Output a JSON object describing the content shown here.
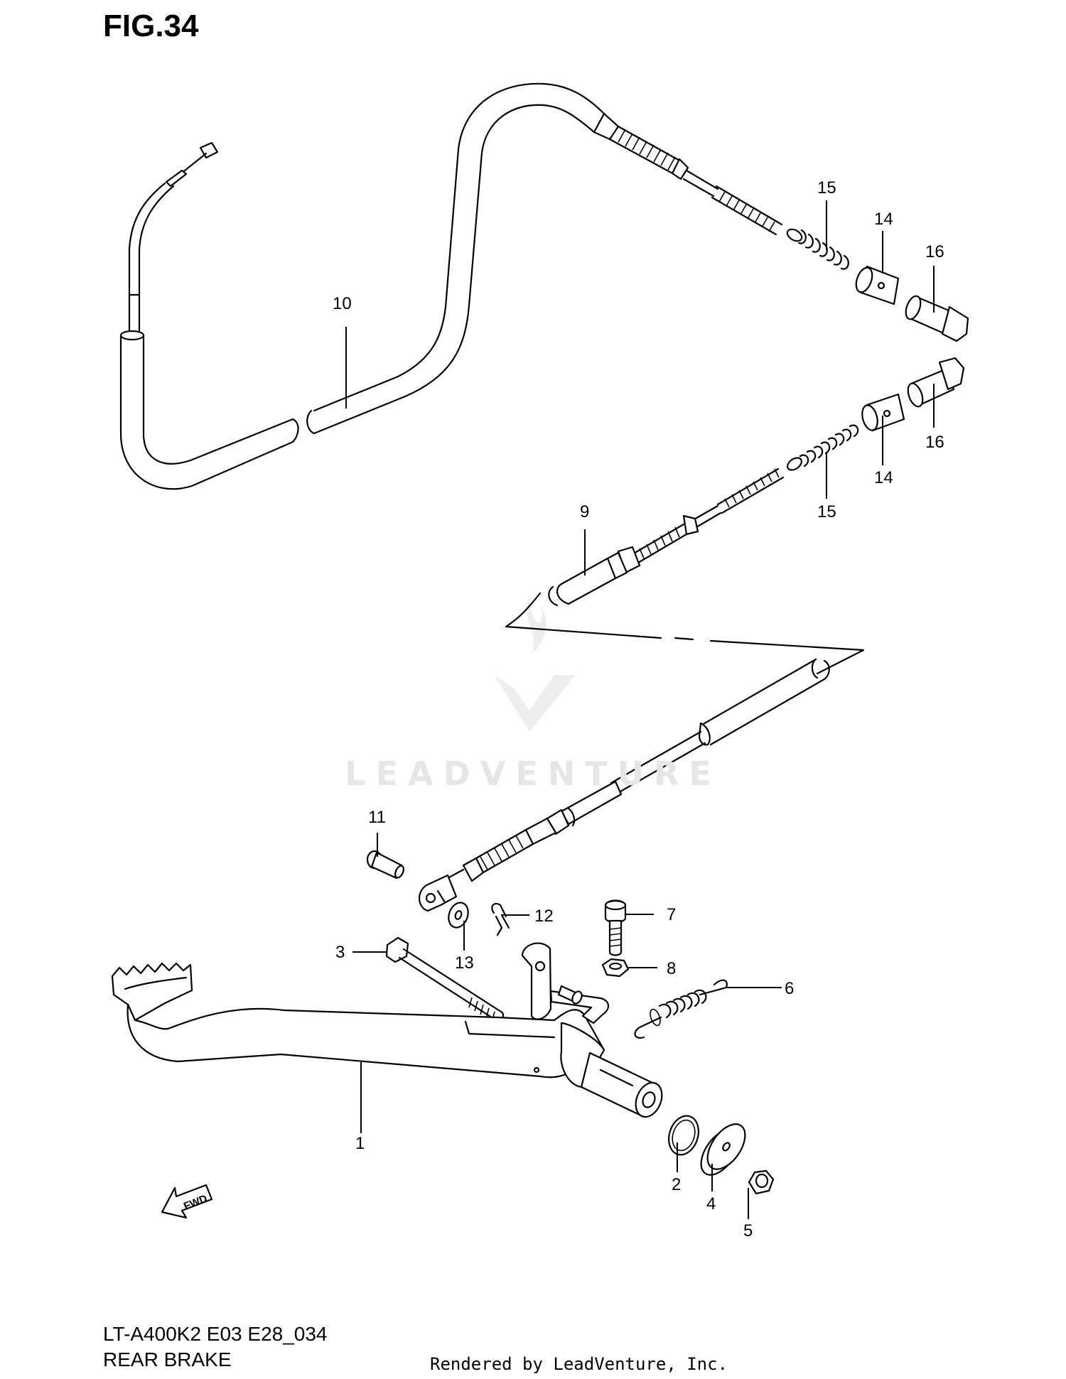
{
  "figure": {
    "title": "FIG.34",
    "ref_code": "LT-A400K2 E03 E28_034",
    "section_name": "REAR BRAKE",
    "render_credit": "Rendered by LeadVenture, Inc.",
    "watermark": "LEADVENTURE",
    "fwd_label": "FWD"
  },
  "callouts": [
    {
      "part": "1"
    },
    {
      "part": "2"
    },
    {
      "part": "3"
    },
    {
      "part": "4"
    },
    {
      "part": "5"
    },
    {
      "part": "6"
    },
    {
      "part": "7"
    },
    {
      "part": "8"
    },
    {
      "part": "9"
    },
    {
      "part": "10"
    },
    {
      "part": "11"
    },
    {
      "part": "12"
    },
    {
      "part": "13"
    },
    {
      "part": "14"
    },
    {
      "part": "14"
    },
    {
      "part": "15"
    },
    {
      "part": "15"
    },
    {
      "part": "16"
    },
    {
      "part": "16"
    }
  ],
  "colors": {
    "line": "#000000",
    "background": "#ffffff",
    "watermark": "#e6e6e6"
  }
}
